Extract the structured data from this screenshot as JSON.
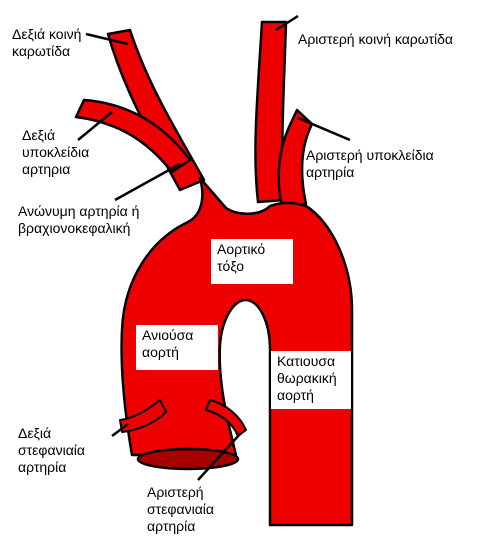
{
  "labels": {
    "right_common_carotid": [
      "Δεξιά κοινή",
      "καρωτίδα"
    ],
    "left_common_carotid": [
      "Αριστερή κοινή καρωτίδα"
    ],
    "right_subclavian": [
      "Δεξιά",
      "υποκλείδια",
      "αρτηρια"
    ],
    "left_subclavian": [
      "Αριστερή υποκλείδια",
      "αρτηρία"
    ],
    "brachiocephalic": [
      "Ανώνυμη αρτηρία ή",
      "βραχιονοκεφαλική"
    ],
    "aortic_arch": [
      "Αορτικό",
      "τόξο"
    ],
    "ascending_aorta": [
      "Ανιούσα",
      "αορτή"
    ],
    "descending_thoracic_aorta": [
      "Κατιουσα",
      "θωρακική",
      "αορτή"
    ],
    "right_coronary": [
      "Δεξιά",
      "στεφανιαία",
      "αρτηρία"
    ],
    "left_coronary": [
      "Αριστερή",
      "στεφανιαία",
      "αρτηρία"
    ]
  },
  "colors": {
    "vessel_fill": "#ee0000",
    "vessel_outline": "#000000",
    "opening_fill": "#a80000",
    "label_text": "#000000",
    "label_box": "#ffffff"
  }
}
